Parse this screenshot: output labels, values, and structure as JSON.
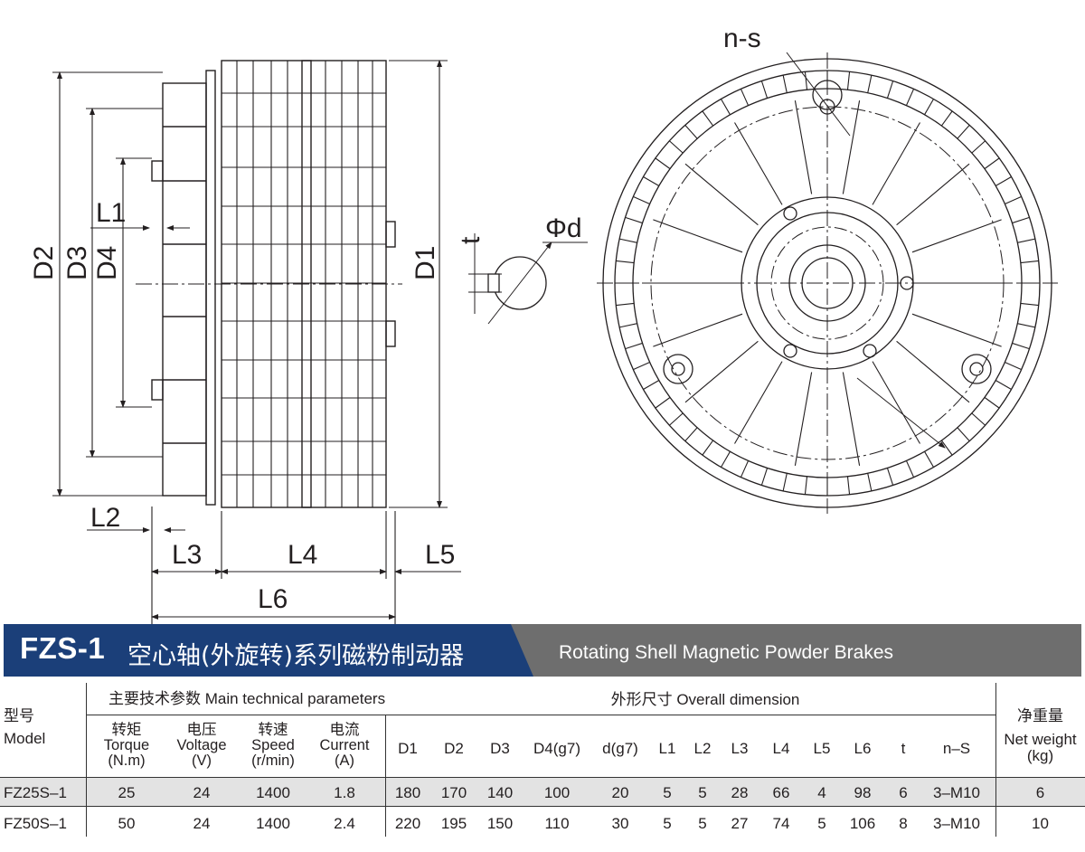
{
  "drawing": {
    "labels": {
      "d2": "D2",
      "d3": "D3",
      "d4": "D4",
      "l1": "L1",
      "l2": "L2",
      "l3": "L3",
      "l4": "L4",
      "l5": "L5",
      "l6": "L6",
      "d1": "D1",
      "t": "t",
      "phi_d": "Φd",
      "ns": "n-s"
    }
  },
  "banner": {
    "model_code": "FZS-1",
    "title_cn": "空心轴(外旋转)系列磁粉制动器",
    "title_en": "Rotating Shell Magnetic Powder Brakes",
    "colors": {
      "left": "#1b3f79",
      "right": "#6e6e6e"
    }
  },
  "table": {
    "model_header_cn": "型号",
    "model_header_en": "Model",
    "main_params_header": "主要技术参数 Main technical parameters",
    "overall_dim_header": "外形尺寸 Overall dimension",
    "net_weight_cn": "净重量",
    "net_weight_en": "Net weight",
    "net_weight_unit": "(kg)",
    "params": [
      {
        "cn": "转矩",
        "en": "Torque",
        "unit": "(N.m)"
      },
      {
        "cn": "电压",
        "en": "Voltage",
        "unit": "(V)"
      },
      {
        "cn": "转速",
        "en": "Speed",
        "unit": "(r/min)"
      },
      {
        "cn": "电流",
        "en": "Current",
        "unit": "(A)"
      }
    ],
    "dims": [
      "D1",
      "D2",
      "D3",
      "D4(g7)",
      "d(g7)",
      "L1",
      "L2",
      "L3",
      "L4",
      "L5",
      "L6",
      "t",
      "n–S"
    ],
    "rows": [
      {
        "model": "FZ25S–1",
        "values": [
          "25",
          "24",
          "1400",
          "1.8",
          "180",
          "170",
          "140",
          "100",
          "20",
          "5",
          "5",
          "28",
          "66",
          "4",
          "98",
          "6",
          "3–M10",
          "6"
        ]
      },
      {
        "model": "FZ50S–1",
        "values": [
          "50",
          "24",
          "1400",
          "2.4",
          "220",
          "195",
          "150",
          "110",
          "30",
          "5",
          "5",
          "27",
          "74",
          "5",
          "106",
          "8",
          "3–M10",
          "10"
        ]
      }
    ],
    "colors": {
      "row_shade": "#e3e3e3"
    }
  }
}
